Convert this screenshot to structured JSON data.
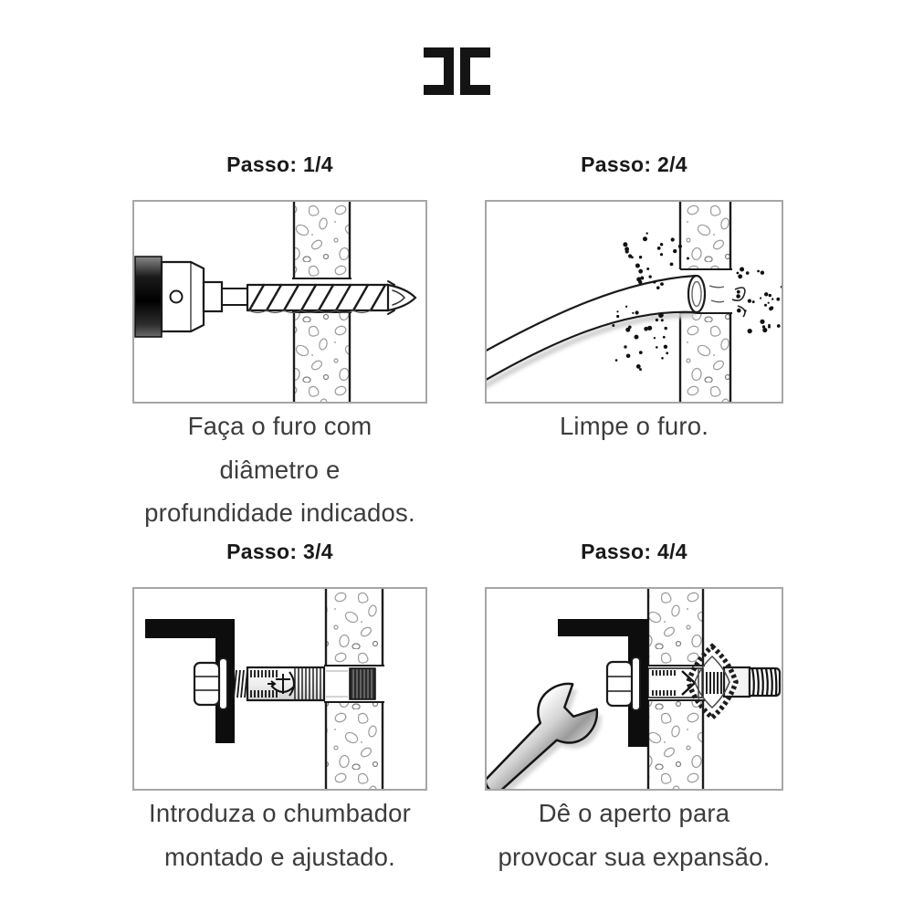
{
  "page": {
    "background": "#ffffff",
    "heading_color": "#191919",
    "text_color": "#3c3c3c"
  },
  "logo": {
    "icon": "double-c-brackets-logo",
    "color": "#141414"
  },
  "steps": [
    {
      "title": "Passo: 1/4",
      "illustration": "drill-making-hole-in-wall",
      "caption": "Faça o furo com diâmetro e profundidade indicados.",
      "caption_lines": [
        "Faça o furo com",
        "diâmetro e",
        "profundidade indicados."
      ]
    },
    {
      "title": "Passo: 2/4",
      "illustration": "hose-blowing-dust-out-of-hole",
      "caption": "Limpe o furo.",
      "caption_lines": [
        "Limpe o furo."
      ]
    },
    {
      "title": "Passo: 3/4",
      "illustration": "anchor-bolt-inserted-through-bracket-into-wall",
      "caption": "Introduza o chumbador montado e ajustado.",
      "caption_lines": [
        "Introduza o chumbador",
        "montado e ajustado."
      ]
    },
    {
      "title": "Passo: 4/4",
      "illustration": "wrench-tightening-bolt-causing-expansion",
      "caption": "Dê o aperto para provocar sua expansão.",
      "caption_lines": [
        "Dê o aperto para",
        "provocar sua expansão."
      ]
    }
  ]
}
